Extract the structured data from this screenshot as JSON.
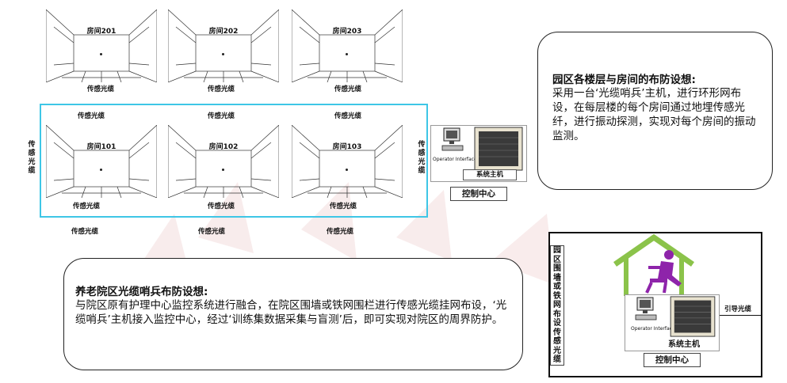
{
  "rooms": [
    {
      "name": "房间201"
    },
    {
      "name": "房间202"
    },
    {
      "name": "房间203"
    },
    {
      "name": "房间101"
    },
    {
      "name": "房间102"
    },
    {
      "name": "房间103"
    }
  ],
  "cables": {
    "label": "传感光缆",
    "lead": "引导光缆"
  },
  "control_center": {
    "operator": "Operator Interface",
    "host": "系统主机",
    "center": "控制中心"
  },
  "bubble_top": {
    "title": "园区各楼层与房间的布防设想:",
    "body": "采用一台‘光缆哨兵’主机，进行环形网布设，在每层楼的每个房间通过地埋传感光纤，进行振动探测，实现对每个房间的振动监测。"
  },
  "bubble_bottom": {
    "title": "养老院区光缆哨兵布防设想:",
    "body": "与院区原有护理中心监控系统进行融合，在院区围墙或铁网围栏进行传感光缆挂网布设，‘光缆哨兵’主机接入监控中心，经过‘训练集数据采集与盲测’后，即可实现对院区的周界防护。"
  },
  "perimeter_label": "园区围墙或铁网布设传感光缆",
  "colors": {
    "cyan": "#3ec6e6",
    "house": "#8bc34a",
    "person": "#8e24aa"
  }
}
